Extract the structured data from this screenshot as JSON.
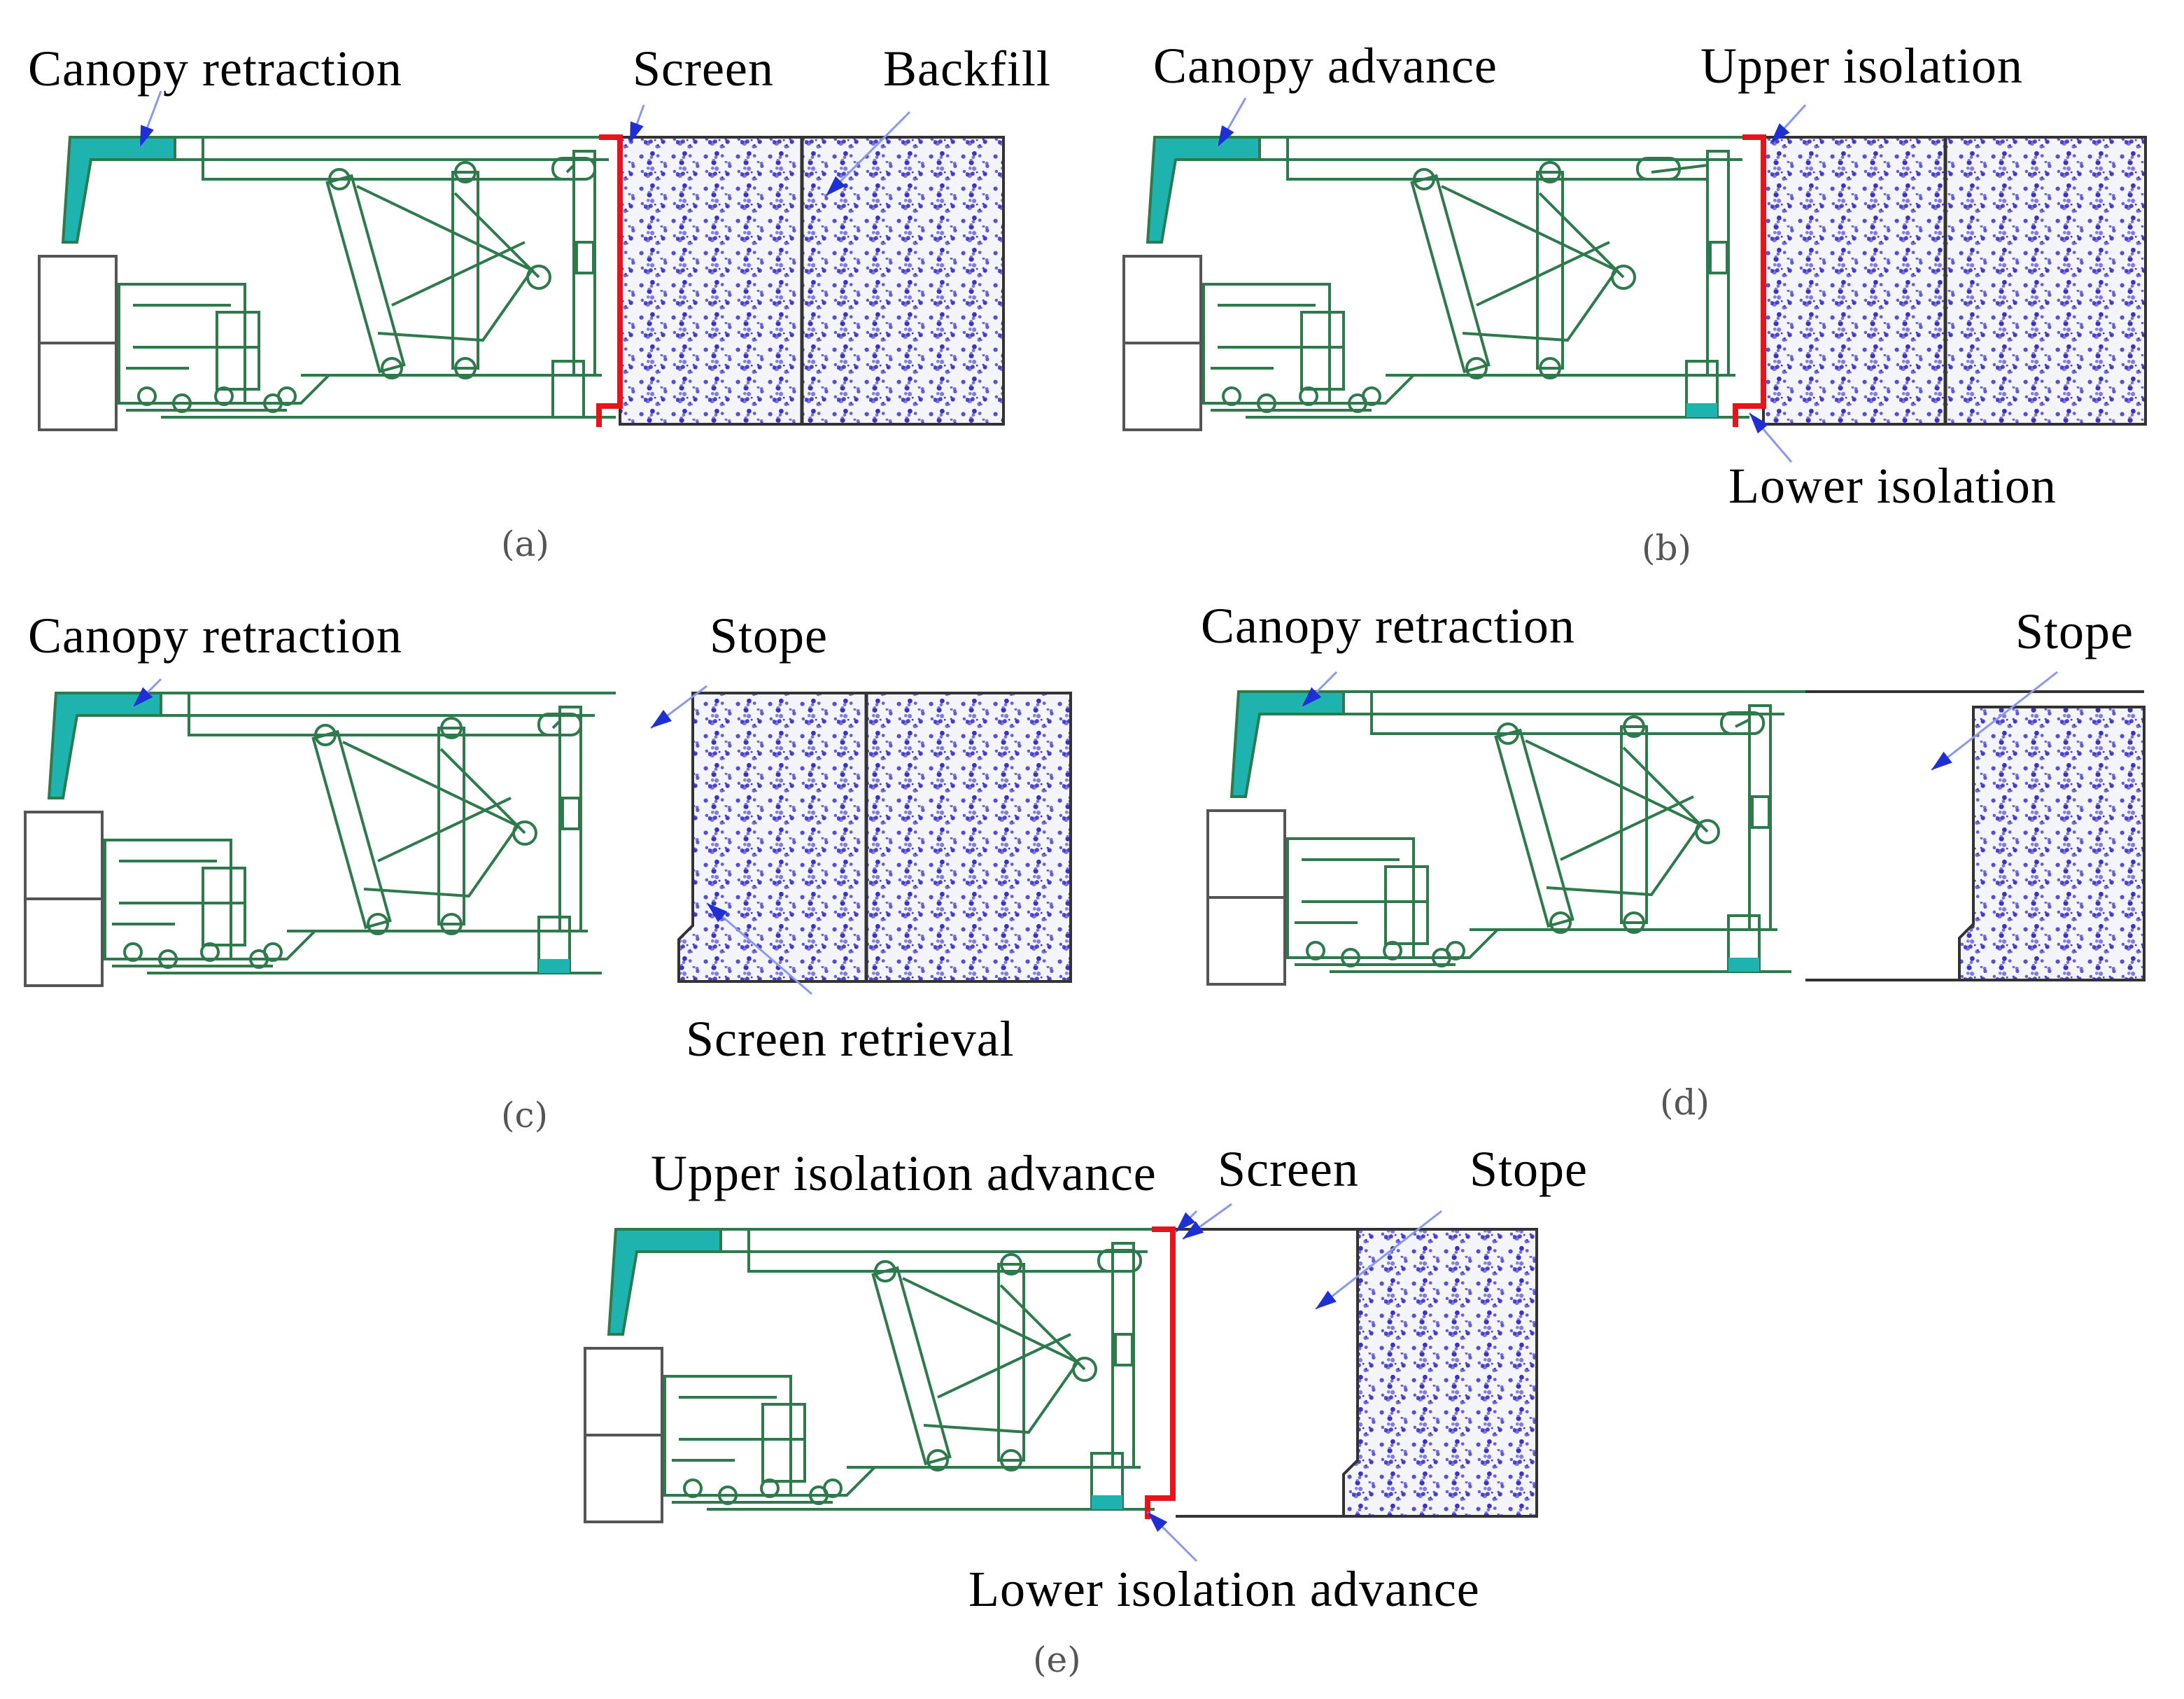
{
  "colors": {
    "machine": "#2e7a4c",
    "canopy": "#1fb3b0",
    "screen": "#e8141b",
    "arrow": "#1f2fd6",
    "fill_dots": "#3a2fc8",
    "fill_bg": "#f4f5fc",
    "outline": "#333333"
  },
  "panels": [
    {
      "caption": "(a)",
      "labels": {
        "canopy": "Canopy retraction",
        "screen": "Screen",
        "fill": "Backfill"
      }
    },
    {
      "caption": "(b)",
      "labels": {
        "canopy": "Canopy advance",
        "upper": "Upper isolation",
        "lower": "Lower isolation"
      }
    },
    {
      "caption": "(c)",
      "labels": {
        "canopy": "Canopy retraction",
        "fill": "Stope",
        "retrieval": "Screen retrieval"
      }
    },
    {
      "caption": "(d)",
      "labels": {
        "canopy": "Canopy retraction",
        "fill": "Stope"
      }
    },
    {
      "caption": "(e)",
      "labels": {
        "upper": "Upper isolation advance",
        "screen": "Screen",
        "fill": "Stope",
        "lower": "Lower isolation advance"
      }
    }
  ]
}
